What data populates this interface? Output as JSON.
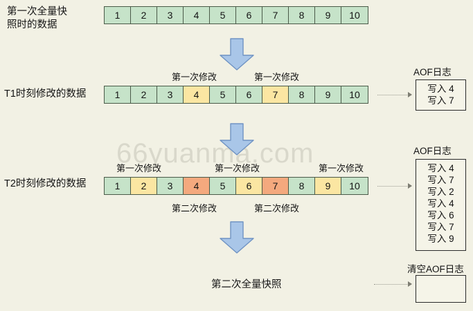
{
  "watermark": "66yuanma.com",
  "rows": [
    {
      "label": "第一次全量快\n照时的数据",
      "label_line1": "第一次全量快",
      "label_line2": "照时的数据",
      "cells": [
        {
          "value": "1",
          "state": "green"
        },
        {
          "value": "2",
          "state": "green"
        },
        {
          "value": "3",
          "state": "green"
        },
        {
          "value": "4",
          "state": "green"
        },
        {
          "value": "5",
          "state": "green"
        },
        {
          "value": "6",
          "state": "green"
        },
        {
          "value": "7",
          "state": "green"
        },
        {
          "value": "8",
          "state": "green"
        },
        {
          "value": "9",
          "state": "green"
        },
        {
          "value": "10",
          "state": "green"
        }
      ]
    },
    {
      "label": "T1时刻修改的数据",
      "cells": [
        {
          "value": "1",
          "state": "green"
        },
        {
          "value": "2",
          "state": "green"
        },
        {
          "value": "3",
          "state": "green"
        },
        {
          "value": "4",
          "state": "yellow"
        },
        {
          "value": "5",
          "state": "green"
        },
        {
          "value": "6",
          "state": "green"
        },
        {
          "value": "7",
          "state": "yellow"
        },
        {
          "value": "8",
          "state": "green"
        },
        {
          "value": "9",
          "state": "green"
        },
        {
          "value": "10",
          "state": "green"
        }
      ]
    },
    {
      "label": "T2时刻修改的数据",
      "cells": [
        {
          "value": "1",
          "state": "green"
        },
        {
          "value": "2",
          "state": "yellow"
        },
        {
          "value": "3",
          "state": "green"
        },
        {
          "value": "4",
          "state": "orange"
        },
        {
          "value": "5",
          "state": "green"
        },
        {
          "value": "6",
          "state": "yellow"
        },
        {
          "value": "7",
          "state": "orange"
        },
        {
          "value": "8",
          "state": "green"
        },
        {
          "value": "9",
          "state": "yellow"
        },
        {
          "value": "10",
          "state": "green"
        }
      ]
    }
  ],
  "mod_labels": {
    "t1_first_a": "第一次修改",
    "t1_first_b": "第一次修改",
    "t2_first_a": "第一次修改",
    "t2_first_b": "第一次修改",
    "t2_first_c": "第一次修改",
    "t2_second_a": "第二次修改",
    "t2_second_b": "第二次修改"
  },
  "aof_panels": [
    {
      "title": "AOF日志",
      "entries": [
        "写入 4",
        "写入 7"
      ]
    },
    {
      "title": "AOF日志",
      "entries": [
        "写入 4",
        "写入 7",
        "写入 2",
        "写入 4",
        "写入 6",
        "写入 7",
        "写入 9"
      ]
    },
    {
      "title": "清空AOF日志",
      "entries": []
    }
  ],
  "bottom_caption": "第二次全量快照",
  "colors": {
    "background": "#F2F1E4",
    "cell_green": "#c6e3c9",
    "cell_yellow": "#fbe6a2",
    "cell_orange": "#f4a97e",
    "cell_border": "#4a5a48",
    "arrow_fill": "#A9C6E8",
    "arrow_stroke": "#6A8FBF",
    "watermark": "#d9d8cb",
    "dotted_line": "#9a9a90"
  }
}
